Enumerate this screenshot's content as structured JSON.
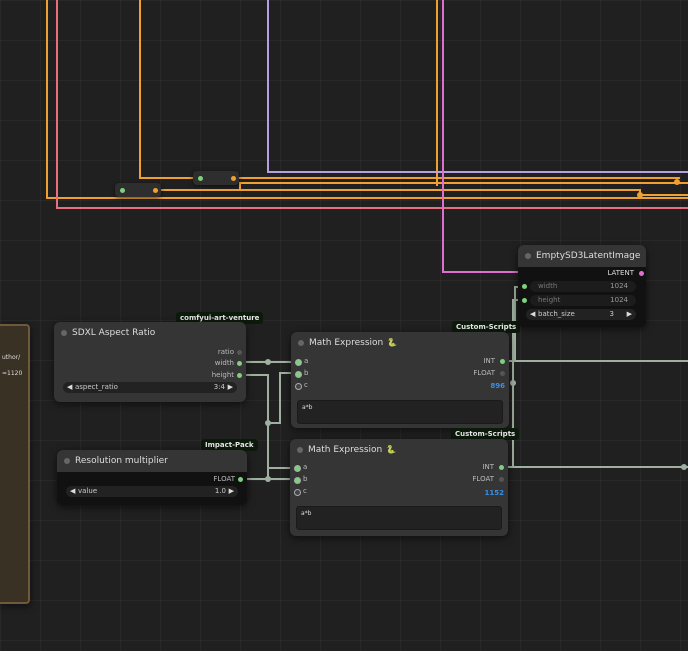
{
  "colors": {
    "orange": "#f0a030",
    "pink": "#e8707a",
    "lavender": "#b8a0e0",
    "magenta": "#e070d0",
    "gray_wire": "#a0b0a0",
    "green_socket": "#7ed07e",
    "blue_value": "#3a8ee6"
  },
  "left_panel": {
    "line1": "uthor/",
    "line2": "=1120"
  },
  "sdxl_node": {
    "badge": "comfyui-art-venture",
    "title": "SDXL Aspect Ratio",
    "outputs": [
      "ratio",
      "width",
      "height"
    ],
    "widget_label": "aspect_ratio",
    "widget_value": "3:4"
  },
  "resolution_node": {
    "badge": "Impact-Pack",
    "title": "Resolution multiplier",
    "output": "FLOAT",
    "widget_label": "value",
    "widget_value": "1.0"
  },
  "math1": {
    "badge": "Custom-Scripts",
    "title": "Math Expression",
    "inputs": [
      "a",
      "b",
      "c"
    ],
    "outputs": [
      "INT",
      "FLOAT"
    ],
    "result": "896",
    "expression": "a*b"
  },
  "math2": {
    "badge": "Custom-Scripts",
    "title": "Math Expression",
    "inputs": [
      "a",
      "b",
      "c"
    ],
    "outputs": [
      "INT",
      "FLOAT"
    ],
    "result": "1152",
    "expression": "a*b"
  },
  "latent_node": {
    "title": "EmptySD3LatentImage",
    "output": "LATENT",
    "width_label": "width",
    "width_value": "1024",
    "height_label": "height",
    "height_value": "1024",
    "batch_label": "batch_size",
    "batch_value": "3"
  }
}
